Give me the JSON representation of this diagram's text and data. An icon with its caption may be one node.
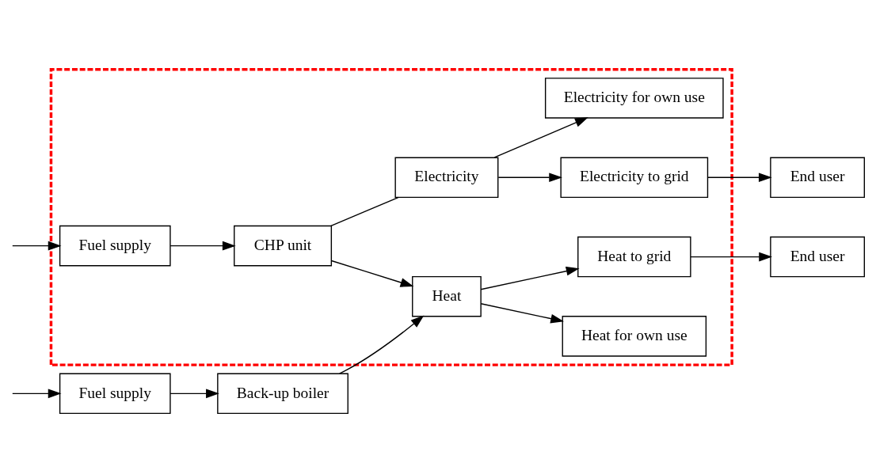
{
  "diagram": {
    "nodes": [
      {
        "text": [
          "Fuel supply"
        ]
      },
      {
        "text": [
          "Back-up boiler"
        ]
      },
      {
        "text": [],
        "shape": "box"
      },
      {
        "text": [
          "Fuel supply"
        ],
        "in": 2
      },
      {
        "text": [
          "CHP unit"
        ],
        "in": 2
      },
      {
        "text": [
          "Heat"
        ],
        "in": 2
      },
      {
        "text": [
          "Heat to grid"
        ],
        "in": 2
      },
      {
        "text": [
          "End user"
        ]
      },
      {
        "text": [
          "Heat for own use"
        ],
        "in": 2
      },
      {
        "text": [
          "Electricity"
        ],
        "in": 2
      },
      {
        "text": [
          "Electricity to grid"
        ],
        "in": 2
      },
      {
        "text": [
          "End user"
        ]
      },
      {
        "text": [
          "Electricity for own use"
        ],
        "in": 2
      }
    ],
    "edges": [
      {
        "from": null,
        "to": 0,
        "arrow": "to"
      },
      {
        "from": 0,
        "to": 1,
        "arrow": "to"
      },
      {
        "from": 1,
        "to": 5,
        "arrow": "to"
      },
      {
        "from": null,
        "to": 3,
        "arrow": "to"
      },
      {
        "from": 3,
        "to": 4,
        "arrow": "to"
      },
      {
        "from": 4,
        "to": 5,
        "arrow": "to"
      },
      {
        "from": 4,
        "to": 9,
        "arrow": "none"
      },
      {
        "from": 5,
        "to": 6,
        "arrow": "to"
      },
      {
        "from": 5,
        "to": 8,
        "arrow": "to"
      },
      {
        "from": 6,
        "to": 7,
        "arrow": "to"
      },
      {
        "from": 9,
        "to": 10,
        "arrow": "to"
      },
      {
        "from": 9,
        "to": 12,
        "arrow": "to"
      },
      {
        "from": 10,
        "to": 11,
        "arrow": "to"
      }
    ]
  }
}
